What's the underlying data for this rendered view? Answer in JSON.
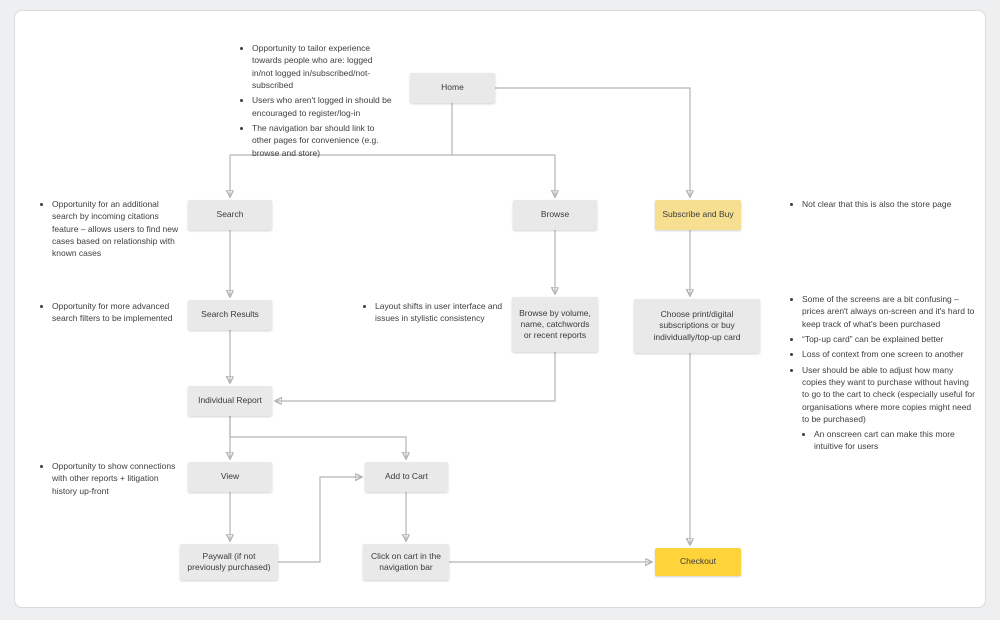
{
  "colors": {
    "canvas_bg": "#ffffff",
    "page_bg": "#edeff1",
    "node_bg": "#e9e9e9",
    "node_text": "#3b3b3b",
    "highlight_soft_yellow": "#f7df92",
    "highlight_strong_yellow": "#ffd43b",
    "connector": "#b3b5b7"
  },
  "nodes": {
    "home": {
      "label": "Home"
    },
    "search": {
      "label": "Search"
    },
    "browse": {
      "label": "Browse"
    },
    "subscribe_and_buy": {
      "label": "Subscribe and Buy"
    },
    "search_results": {
      "label": "Search Results"
    },
    "browse_by": {
      "label": "Browse by volume, name, catchwords or recent reports"
    },
    "choose_subscriptions": {
      "label": "Choose print/digital subscriptions or buy individually/top-up card"
    },
    "individual_report": {
      "label": "Individual Report"
    },
    "view": {
      "label": "View"
    },
    "add_to_cart": {
      "label": "Add to Cart"
    },
    "paywall": {
      "label": "Paywall (if not previously purchased)"
    },
    "click_cart": {
      "label": "Click on cart in the navigation bar"
    },
    "checkout": {
      "label": "Checkout"
    }
  },
  "annotations": {
    "top_home": {
      "items": [
        "Opportunity to tailor experience towards people who are: logged in/not logged in/subscribed/not-subscribed",
        "Users who aren't logged in should be encouraged to register/log-in",
        "The navigation bar should link to other pages for convenience (e.g. browse and store)"
      ]
    },
    "left_search": {
      "items": [
        "Opportunity for an additional search by incoming citations feature – allows users to find new cases based on relationship with known cases"
      ]
    },
    "left_results": {
      "items": [
        "Opportunity for more advanced search filters to be implemented"
      ]
    },
    "mid_layout": {
      "items": [
        "Layout shifts in user interface and issues in stylistic consistency"
      ]
    },
    "left_view": {
      "items": [
        "Opportunity to show connections with other reports + litigation history up-front"
      ]
    },
    "right_store": {
      "items": [
        "Not clear that this is also the store page"
      ]
    },
    "right_big": {
      "items": [
        "Some of the screens are a bit confusing – prices aren't always on-screen and it's hard to keep track of what's been purchased",
        "“Top-up card” can be explained better",
        "Loss of context from one screen to another",
        "User should be able to adjust how many copies they want to purchase without having to go to the cart to check (especially useful for organisations where more copies might need to be purchased)"
      ],
      "sub_item": "An onscreen cart can make this more intuitive for users"
    }
  }
}
